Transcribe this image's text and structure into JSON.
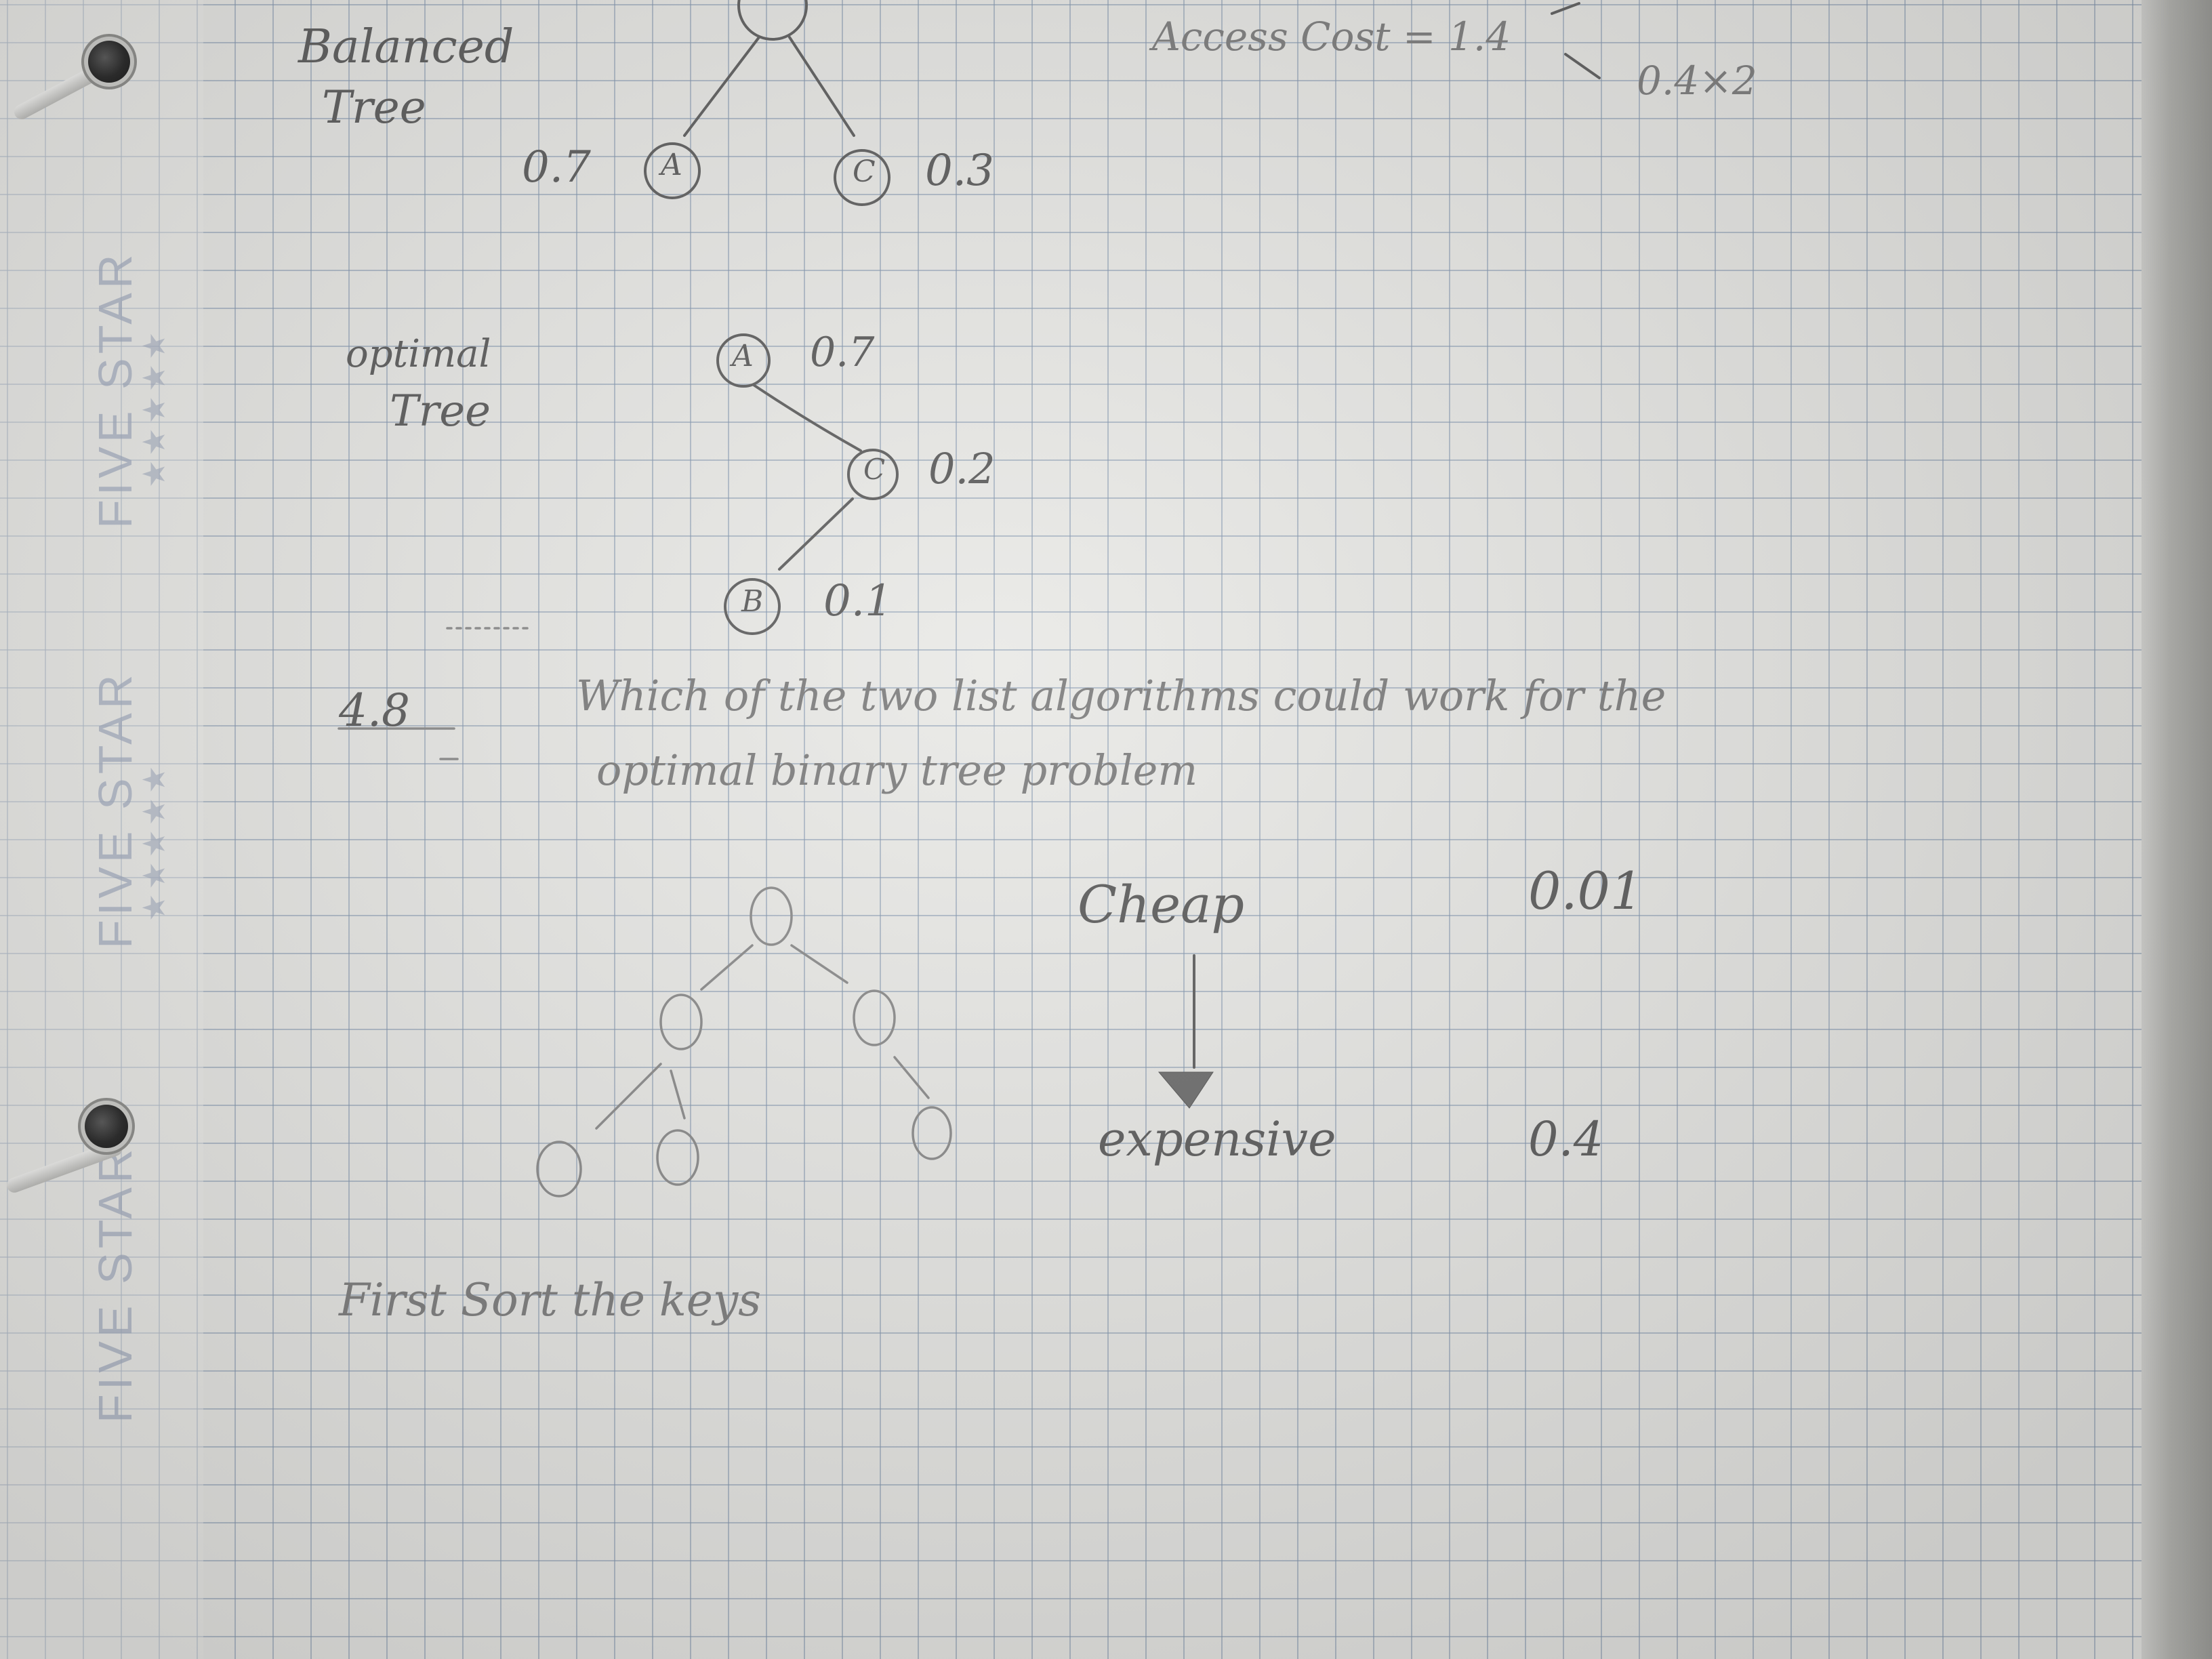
{
  "balanced": {
    "title_line1": "Balanced",
    "title_line2": "Tree",
    "access_cost": "Access Cost = 1.4",
    "side_calc": "0.4×2",
    "node_a": "A",
    "node_c": "C",
    "prob_a": "0.7",
    "prob_c": "0.3"
  },
  "optimal": {
    "title_line1": "optimal",
    "title_line2": "Tree",
    "node_a": "A",
    "node_c": "C",
    "node_b": "B",
    "prob_a": "0.7",
    "prob_c": "0.2",
    "prob_b": "0.1"
  },
  "question": {
    "number": "4.8",
    "line1": "Which of the two list algorithms could work for the",
    "line2": "optimal binary tree problem"
  },
  "cost_scale": {
    "top_label": "Cheap",
    "top_value": "0.01",
    "bottom_label": "expensive",
    "bottom_value": "0.4"
  },
  "note": "First Sort the keys",
  "notebook_brand": "FIVE STAR",
  "icons": [
    "binder-ring",
    "down-arrow"
  ]
}
